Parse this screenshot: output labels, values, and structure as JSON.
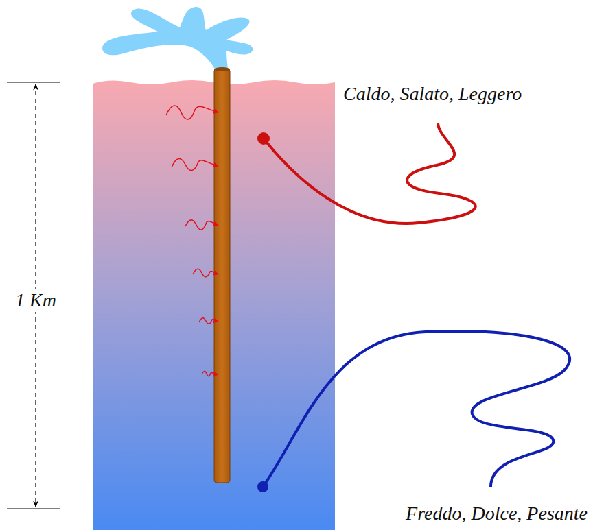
{
  "diagram": {
    "labels": [
      "1 Km",
      "Caldo, Salato, Leggero",
      "Freddo, Dolce, Pesante"
    ]
  }
}
